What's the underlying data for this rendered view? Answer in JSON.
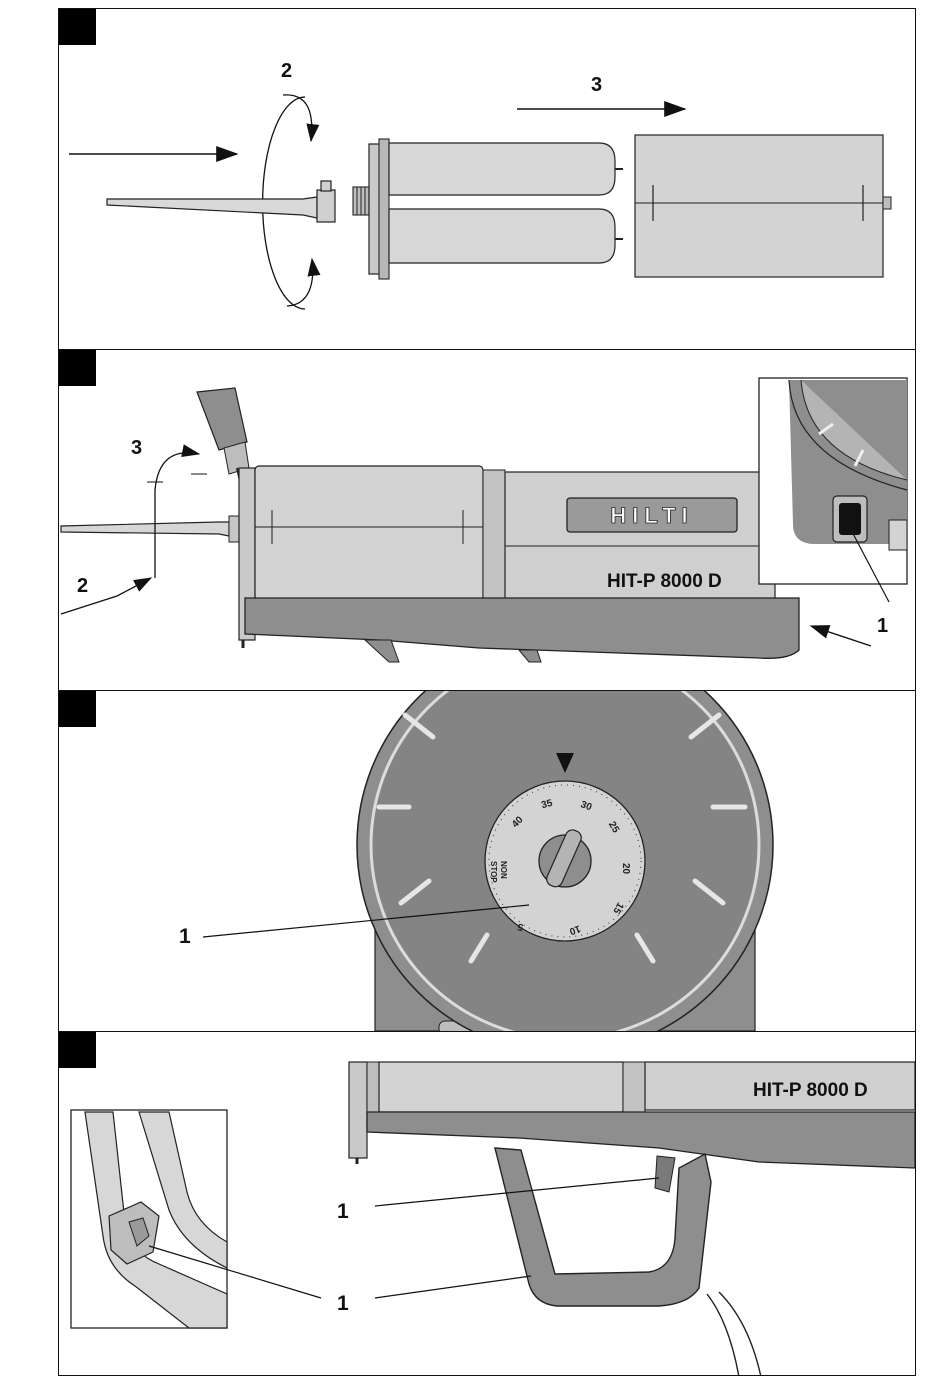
{
  "panel1": {
    "callout_2": "2",
    "callout_3": "3"
  },
  "panel2": {
    "callout_3": "3",
    "callout_2": "2",
    "callout_1": "1",
    "brand_logo": "HILTI",
    "model": "HIT-P 8000 D"
  },
  "panel3": {
    "callout_1": "1",
    "dial_marks": [
      "5",
      "10",
      "15",
      "20",
      "25",
      "30",
      "35",
      "40"
    ],
    "nonstop_line1": "NON",
    "nonstop_line2": "STOP"
  },
  "panel4": {
    "model": "HIT-P 8000 D",
    "callout_1a": "1",
    "callout_1b": "1"
  },
  "colors": {
    "body_gray": "#8e8e8e",
    "light_gray": "#d4d4d4",
    "dark_gray": "#5c5c5c",
    "outline": "#1a1a1a"
  }
}
